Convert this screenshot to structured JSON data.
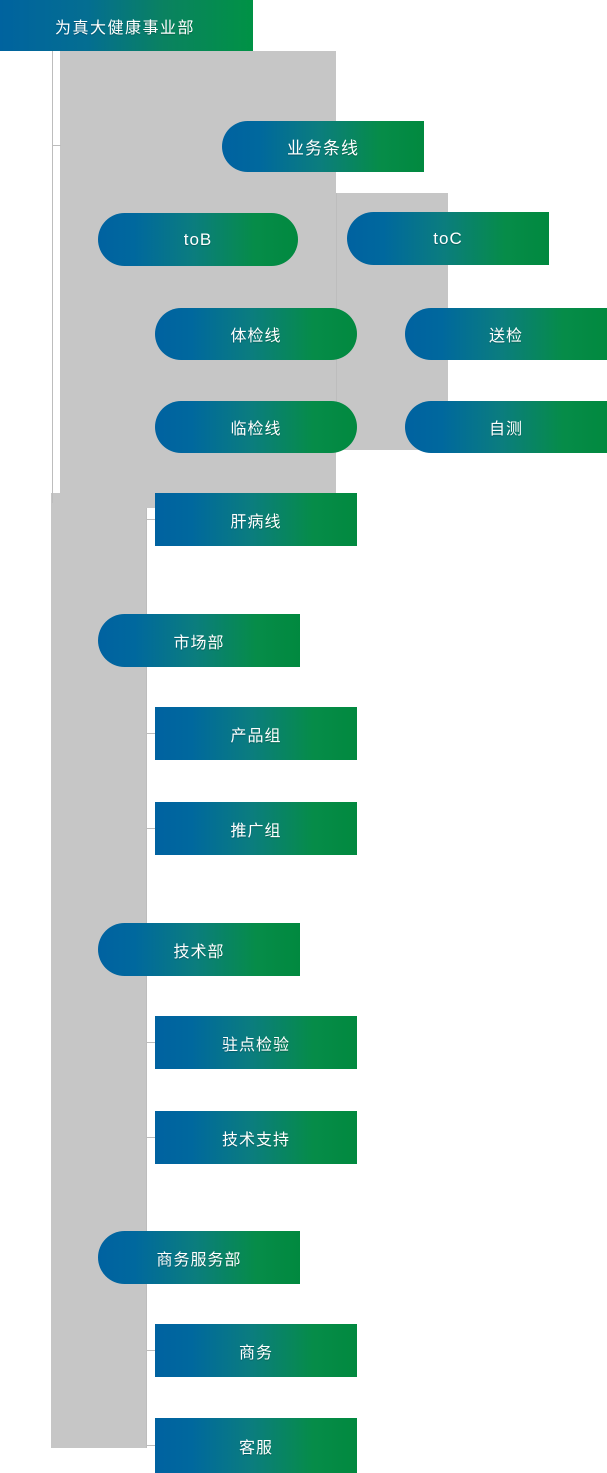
{
  "chart_data": {
    "type": "diagram",
    "title": "为真大健康事业部",
    "diagram_kind": "organization-chart",
    "orientation": "vertical-left-indent",
    "levels": [
      "事业部",
      "条线/部门",
      "二级组"
    ],
    "nodes": [
      {
        "id": "root",
        "label": "为真大健康事业部",
        "level": 0,
        "parent": null
      },
      {
        "id": "line",
        "label": "业务条线",
        "level": 1,
        "parent": "root"
      },
      {
        "id": "tob",
        "label": "toB",
        "level": 2,
        "parent": "line"
      },
      {
        "id": "toc",
        "label": "toC",
        "level": 2,
        "parent": "line"
      },
      {
        "id": "tijian",
        "label": "体检线",
        "level": 3,
        "parent": "tob"
      },
      {
        "id": "linjian",
        "label": "临检线",
        "level": 3,
        "parent": "tob"
      },
      {
        "id": "ganbing",
        "label": "肝病线",
        "level": 3,
        "parent": "tob"
      },
      {
        "id": "songjian",
        "label": "送检",
        "level": 3,
        "parent": "toc"
      },
      {
        "id": "zice",
        "label": "自测",
        "level": 3,
        "parent": "toc"
      },
      {
        "id": "shichang",
        "label": "市场部",
        "level": 1,
        "parent": "root"
      },
      {
        "id": "chanpin",
        "label": "产品组",
        "level": 2,
        "parent": "shichang"
      },
      {
        "id": "tuiguang",
        "label": "推广组",
        "level": 2,
        "parent": "shichang"
      },
      {
        "id": "jishu",
        "label": "技术部",
        "level": 1,
        "parent": "root"
      },
      {
        "id": "zhudian",
        "label": "驻点检验",
        "level": 2,
        "parent": "jishu"
      },
      {
        "id": "zhichi",
        "label": "技术支持",
        "level": 2,
        "parent": "jishu"
      },
      {
        "id": "shangwubu",
        "label": "商务服务部",
        "level": 1,
        "parent": "root"
      },
      {
        "id": "shangwu",
        "label": "商务",
        "level": 2,
        "parent": "shangwubu"
      },
      {
        "id": "kefu",
        "label": "客服",
        "level": 2,
        "parent": "shangwubu"
      }
    ]
  },
  "header": {
    "title": "为真大健康事业部"
  },
  "nodes": {
    "business_line": "业务条线",
    "tob": "toB",
    "toc": "toC",
    "physical_exam_line": "体检线",
    "clinical_test_line": "临检线",
    "liver_disease_line": "肝病线",
    "send_test": "送检",
    "self_test": "自测",
    "marketing_dept": "市场部",
    "product_group": "产品组",
    "promotion_group": "推广组",
    "tech_dept": "技术部",
    "onsite_inspection": "驻点检验",
    "tech_support": "技术支持",
    "business_service_dept": "商务服务部",
    "business": "商务",
    "customer_service": "客服"
  },
  "theme": {
    "gradient_start": "#0062a0",
    "gradient_end": "#01893f",
    "band_color": "#c6c6c6",
    "rule_color": "#bdbdbd",
    "text_color": "#ffffff",
    "background": "#ffffff"
  }
}
